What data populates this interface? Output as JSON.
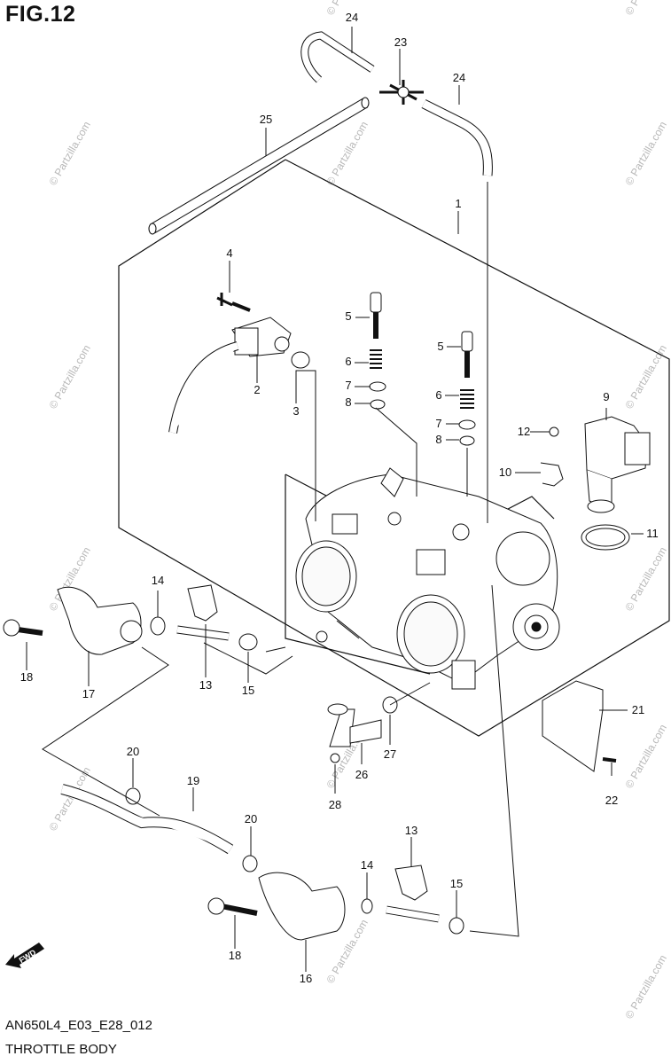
{
  "figure": {
    "title": "FIG.12",
    "diagram_code": "AN650L4_E03_E28_012",
    "caption": "THROTTLE BODY"
  },
  "fwd_arrow": {
    "label": "FWD",
    "icon": "fwd-arrow-icon"
  },
  "watermark": {
    "text": "© Partzilla.com",
    "color": "#b8b8b8"
  },
  "callouts": [
    "24",
    "23",
    "24",
    "25",
    "1",
    "4",
    "5",
    "5",
    "6",
    "6",
    "7",
    "7",
    "8",
    "8",
    "2",
    "3",
    "9",
    "12",
    "10",
    "11",
    "14",
    "13",
    "15",
    "18",
    "17",
    "20",
    "19",
    "20",
    "14",
    "13",
    "15",
    "18",
    "16",
    "21",
    "22",
    "27",
    "26",
    "28"
  ]
}
